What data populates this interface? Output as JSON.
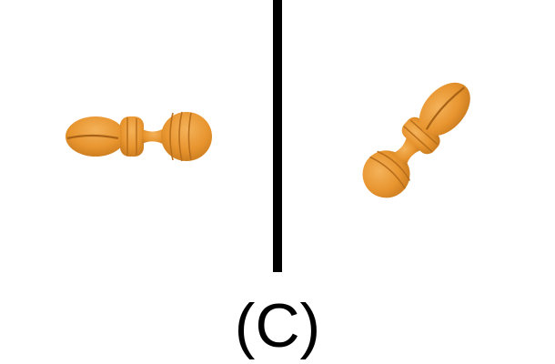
{
  "caption": "(C)",
  "object_color": "#e8952f",
  "divider_color": "#000000",
  "pieces": [
    {
      "name": "chess-bishop-piece-left",
      "icon": "bishop-piece-icon"
    },
    {
      "name": "chess-bishop-piece-right",
      "icon": "bishop-piece-icon"
    }
  ]
}
